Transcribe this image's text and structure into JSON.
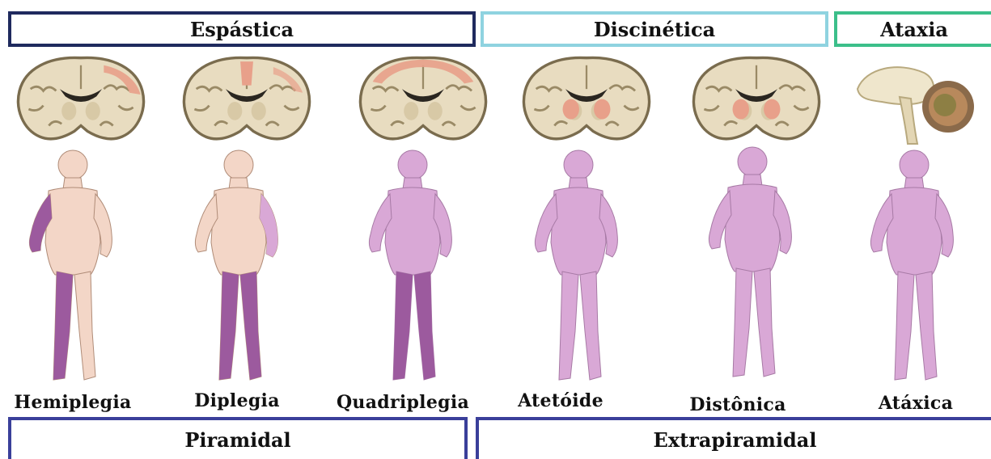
{
  "top_categories": {
    "spastic": "Espástica",
    "dyskinetic": "Discinética",
    "ataxia": "Ataxia"
  },
  "subtypes": {
    "hemiplegia": "Hemiplegia",
    "diplegia": "Diplegia",
    "quadriplegia": "Quadriplegia",
    "athetoid": "Atetóide",
    "dystonic": "Distônica",
    "ataxic": "Atáxica"
  },
  "bottom_categories": {
    "pyramidal": "Piramidal",
    "extrapyramidal": "Extrapiramidal"
  },
  "colors": {
    "spastic_border": "#1f2a5e",
    "dyskinetic_border": "#8fd3e0",
    "ataxia_border": "#3cbf8a",
    "bottom_border": "#3a3f9a",
    "affected_limb": "#9c5a9e",
    "affected_body_light": "#d9a8d6",
    "unaffected_skin": "#f3d6c7",
    "brain_tissue": "#e8dcc0",
    "brain_outline": "#8a7a5a",
    "brain_lesion": "#e8a08a"
  }
}
